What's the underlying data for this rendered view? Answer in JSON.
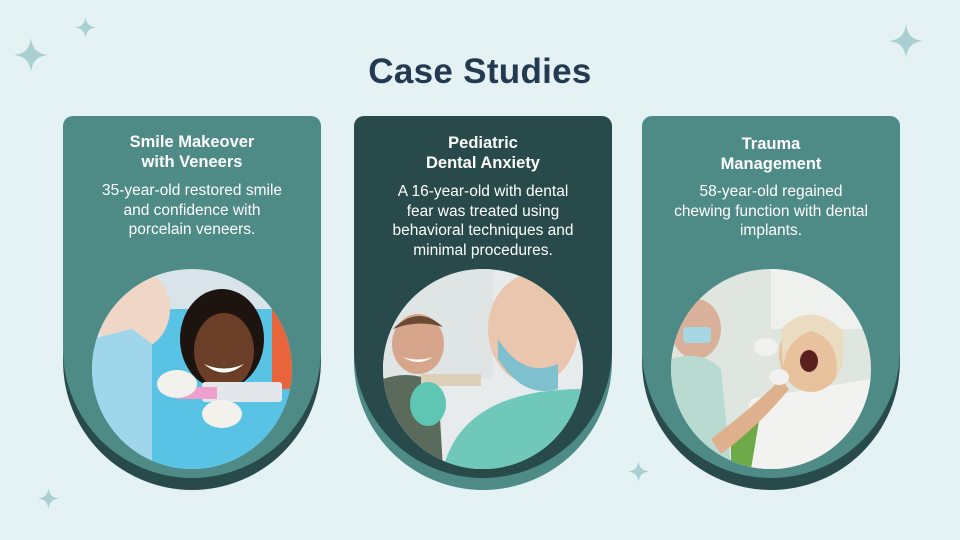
{
  "page": {
    "title": "Case Studies",
    "colors": {
      "background": "#e4f2f3",
      "title": "#233a52",
      "teal": "#4e8a86",
      "dark_teal": "#284a4b",
      "sparkle": "#aacfd0"
    }
  },
  "sparkles": [
    {
      "name": "sparkle-top-left-large",
      "icon": "four-point-star-icon"
    },
    {
      "name": "sparkle-top-left-small",
      "icon": "four-point-star-icon"
    },
    {
      "name": "sparkle-top-right",
      "icon": "four-point-star-icon"
    },
    {
      "name": "sparkle-bottom-left",
      "icon": "four-point-star-icon"
    },
    {
      "name": "sparkle-bottom-mid",
      "icon": "four-point-star-icon"
    }
  ],
  "cards": [
    {
      "title_line1": "Smile Makeover",
      "title_line2": "with Veneers",
      "desc_lines": [
        "35-year-old restored smile",
        "and confidence with",
        "porcelain veneers."
      ],
      "image_alt": "Smiling woman with dentist holding veneer shade guide"
    },
    {
      "title_line1": "Pediatric",
      "title_line2": "Dental Anxiety",
      "desc_lines": [
        "A 16-year-old with dental",
        "fear was treated using",
        "behavioral techniques and",
        "minimal procedures."
      ],
      "image_alt": "Smiling teenage boy with dentist holding shade guide"
    },
    {
      "title_line1": "Trauma",
      "title_line2": "Management",
      "desc_lines": [
        "58-year-old regained",
        "chewing function with dental",
        "implants."
      ],
      "image_alt": "Older woman in dental chair being examined by dentist"
    }
  ]
}
